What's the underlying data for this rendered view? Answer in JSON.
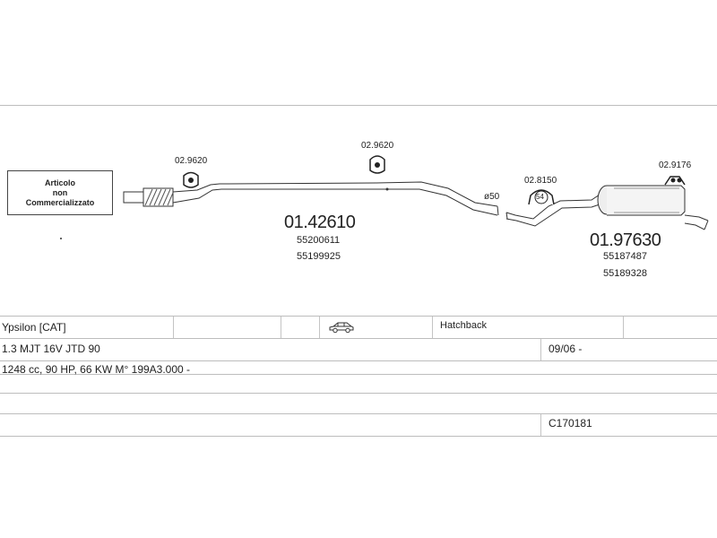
{
  "diagram": {
    "notice": {
      "line1": "Articolo",
      "line2": "non",
      "line3": "Commercializzato"
    },
    "parts": [
      {
        "code": "01.42610",
        "refs": [
          "55200611",
          "55199925"
        ]
      },
      {
        "code": "01.97630",
        "refs": [
          "55187487",
          "55189328"
        ]
      }
    ],
    "clamps": [
      "02.9620",
      "02.9620",
      "02.8150",
      "02.9176"
    ],
    "diameter_label": "ø50",
    "clamp_size_label": "54"
  },
  "table": {
    "model": "Ypsilon  [CAT]",
    "body_type": "Hatchback",
    "body_icon": "car-icon",
    "engine": "1.3 MJT 16V JTD  90",
    "date": "09/06 -",
    "specs": "1248 cc, 90 HP, 66 KW  M° 199A3.000 -",
    "code": "C170181"
  }
}
